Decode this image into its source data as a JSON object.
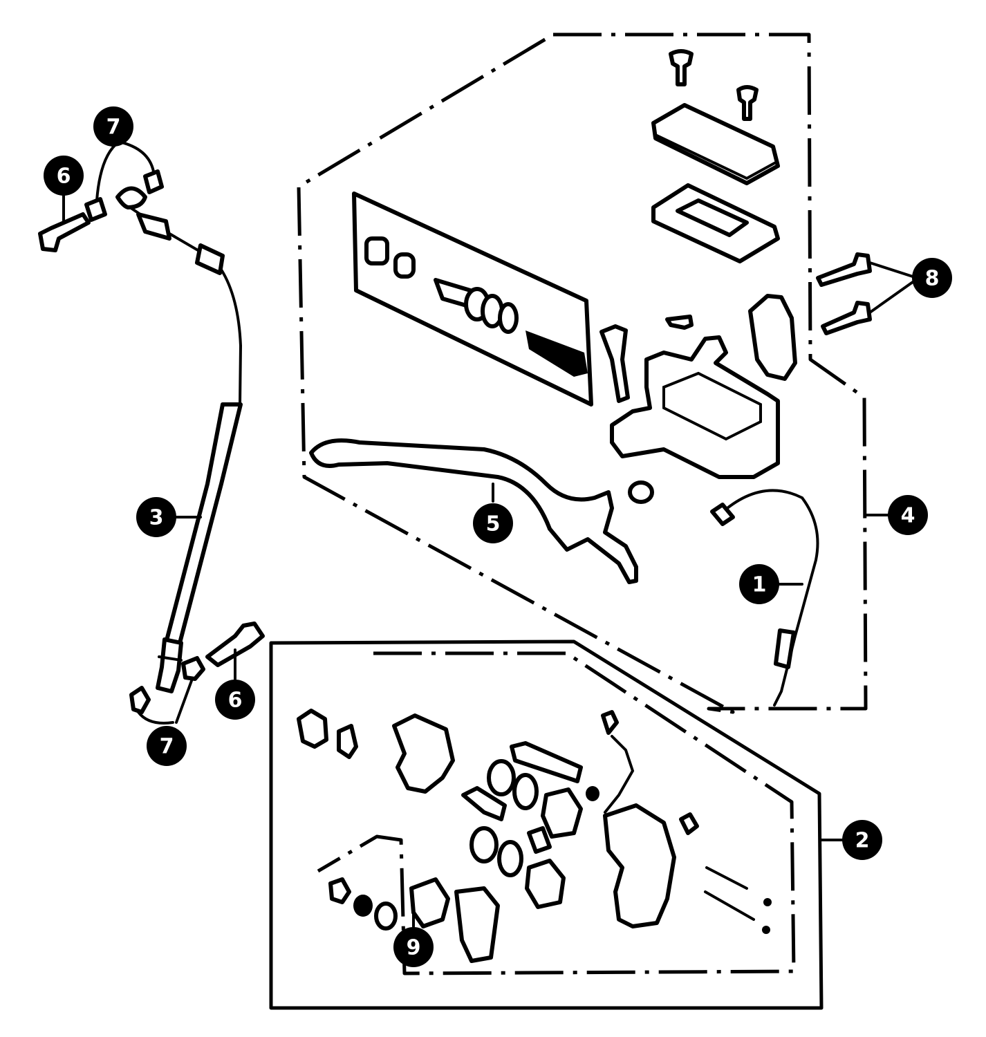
{
  "diagram": {
    "callouts": [
      {
        "label": "1"
      },
      {
        "label": "2"
      },
      {
        "label": "3"
      },
      {
        "label": "4"
      },
      {
        "label": "5"
      },
      {
        "label": "6"
      },
      {
        "label": "6"
      },
      {
        "label": "7"
      },
      {
        "label": "7"
      },
      {
        "label": "8"
      },
      {
        "label": "9"
      }
    ]
  },
  "colors": {
    "ink": "#000000",
    "paper": "#ffffff",
    "callout_text": "#ffffff"
  }
}
